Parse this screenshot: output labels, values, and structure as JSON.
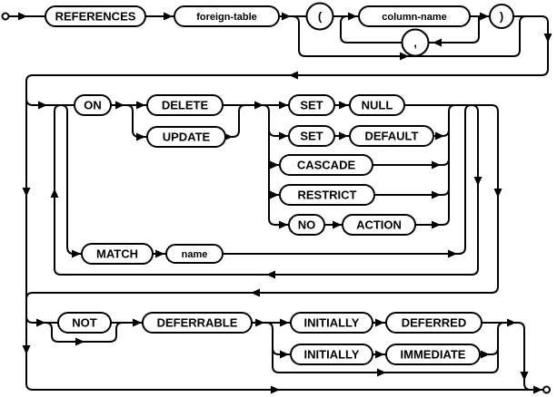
{
  "diagram": {
    "kind": "railroad-syntax-diagram",
    "clause": "foreign-key-clause",
    "colors": {
      "line": "#000000",
      "fill": "#ffffff",
      "background": "#ffffff"
    },
    "nodes": {
      "references": "REFERENCES",
      "foreign_table": "foreign-table",
      "lparen": "(",
      "column_name": "column-name",
      "comma": ",",
      "rparen": ")",
      "on_kw": "ON",
      "delete_kw": "DELETE",
      "update_kw": "UPDATE",
      "set_kw_1": "SET",
      "null_kw": "NULL",
      "set_kw_2": "SET",
      "default_kw": "DEFAULT",
      "cascade_kw": "CASCADE",
      "restrict_kw": "RESTRICT",
      "no_kw": "NO",
      "action_kw": "ACTION",
      "match_kw": "MATCH",
      "name_ref": "name",
      "not_kw": "NOT",
      "deferrable_kw": "DEFERRABLE",
      "initially_kw_1": "INITIALLY",
      "deferred_kw": "DEFERRED",
      "initially_kw_2": "INITIALLY",
      "immediate_kw": "IMMEDIATE"
    }
  }
}
